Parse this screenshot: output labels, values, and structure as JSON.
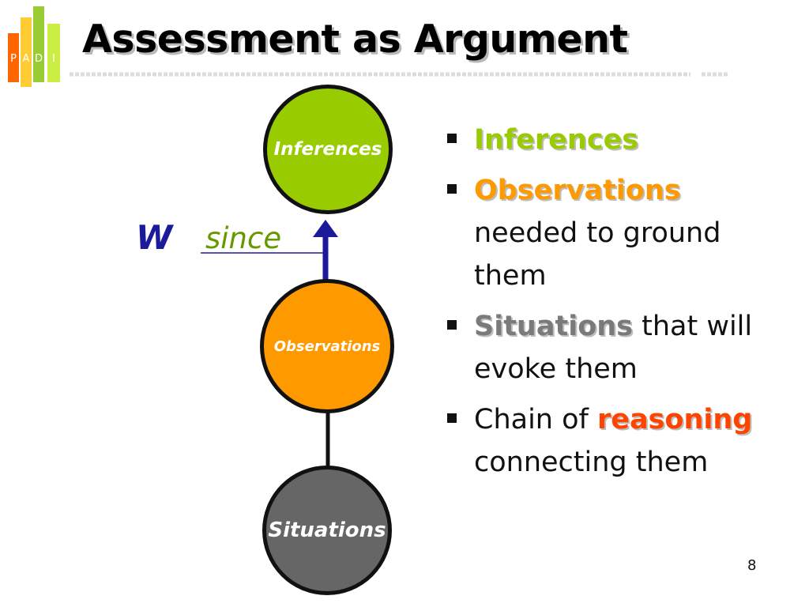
{
  "logo": {
    "letters": [
      "P",
      "A",
      "D",
      "I"
    ],
    "colors": [
      "#ff6600",
      "#ffcc33",
      "#99cc33",
      "#ccee44"
    ]
  },
  "title": "Assessment as Argument",
  "diagram": {
    "nodes": [
      {
        "label": "Inferences",
        "color": "#99cc00"
      },
      {
        "label": "Observations",
        "color": "#ff9900"
      },
      {
        "label": "Situations",
        "color": "#666666"
      }
    ],
    "warrant": {
      "letter": "W",
      "label": "since"
    },
    "colors": {
      "edge": "#111111",
      "arrow": "#1a1a9a",
      "warrant_line": "#1a1a9a"
    }
  },
  "bullets": [
    {
      "keyword": "Inferences",
      "rest": ""
    },
    {
      "keyword": "Observations",
      "rest": " needed to ground them"
    },
    {
      "keyword": "Situations",
      "rest": " that will evoke them"
    },
    {
      "prefix": "Chain of ",
      "keyword": "reasoning",
      "rest": " connecting them"
    }
  ],
  "page_number": "8"
}
